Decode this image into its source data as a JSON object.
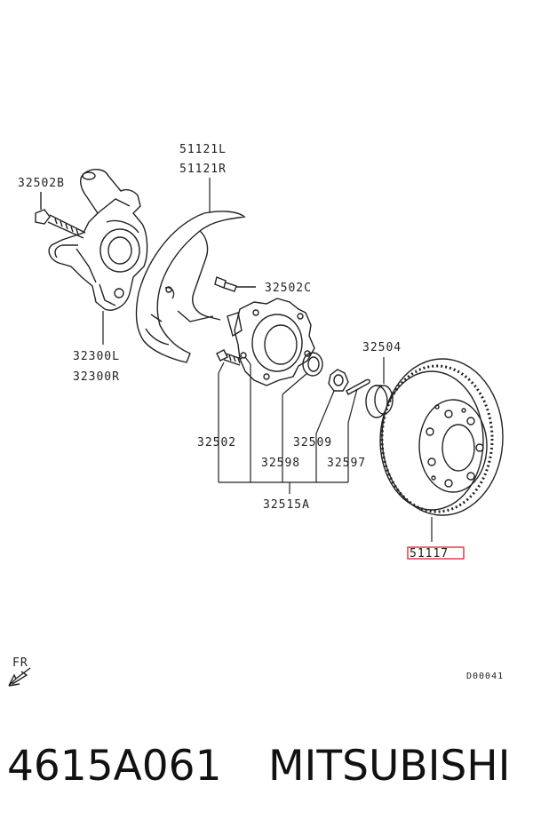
{
  "labels": {
    "top_left": "32502B",
    "knuckle_l": "32300L",
    "knuckle_r": "32300R",
    "shield_l": "51121L",
    "shield_r": "51121R",
    "bolt_c": "32502C",
    "bolt": "32502",
    "hub_bearing": "32598",
    "nut": "32509",
    "pin": "32597",
    "cap": "32504",
    "hub_assy": "32515A",
    "rotor": "51117"
  },
  "direction_label": "FR",
  "diagram_code": "D00041",
  "footer": {
    "part_number": "4615A061",
    "brand": "MITSUBISHI"
  },
  "highlight_color": "#e0303a"
}
